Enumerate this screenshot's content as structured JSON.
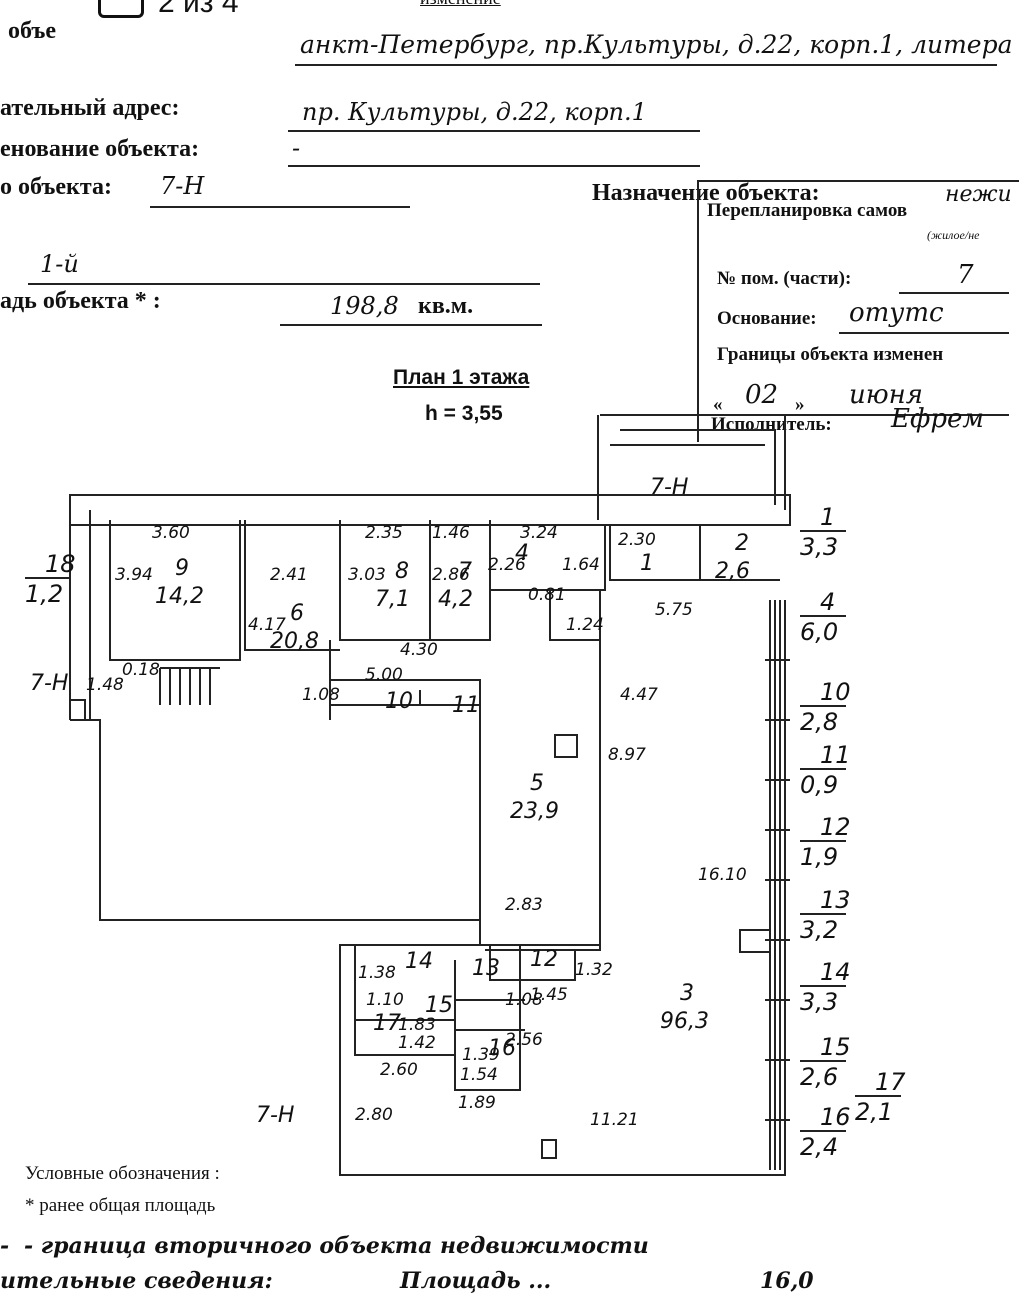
{
  "pager": {
    "text": "2 из 4"
  },
  "header": {
    "top_cut": "изменение",
    "object_label": "объе",
    "object_value": "анкт-Петербург, пр.Культуры, д.22, корп.1, литера",
    "address_label": "ательный адрес:",
    "address_value": "пр. Культуры, д.22, корп.1",
    "name_label": "енование объекта:",
    "name_value": "-",
    "number_label": "о объекта:",
    "number_value": "7-Н",
    "purpose_label": "Назначение объекта:",
    "purpose_value": "нежи",
    "floor_value": "1-й",
    "area_label": "адь объекта * :",
    "area_value": "198,8",
    "area_unit": "кв.м."
  },
  "stamp": {
    "title": "Перепланировка самов",
    "subtitle": "(жилое/не",
    "room_label": "№ пом. (части):",
    "room_value": "7",
    "basis_label": "Основание:",
    "basis_value": "отутс",
    "borders_label": "Границы объекта изменен",
    "date_open": "«",
    "date_day": "02",
    "date_close": "»",
    "date_month": "июня",
    "executor_label": "Исполнитель:",
    "executor_value": "Ефрем"
  },
  "plan": {
    "title": "План 1 этажа",
    "height": "h = 3,55",
    "unit_label": "7-Н",
    "rooms": [
      {
        "num": "9",
        "area": "14,2"
      },
      {
        "num": "6",
        "area": "20,8"
      },
      {
        "num": "8",
        "area": "7,1"
      },
      {
        "num": "7",
        "area": "4,2"
      },
      {
        "num": "4",
        "area": ""
      },
      {
        "num": "1",
        "area": ""
      },
      {
        "num": "2",
        "area": "2,6"
      },
      {
        "num": "10",
        "area": ""
      },
      {
        "num": "11",
        "area": ""
      },
      {
        "num": "5",
        "area": "23,9"
      },
      {
        "num": "3",
        "area": "96,3"
      },
      {
        "num": "14",
        "area": ""
      },
      {
        "num": "13",
        "area": ""
      },
      {
        "num": "12",
        "area": ""
      },
      {
        "num": "15",
        "area": ""
      },
      {
        "num": "17",
        "area": ""
      },
      {
        "num": "16",
        "area": ""
      }
    ],
    "dims": [
      "3.60",
      "3.94",
      "2.41",
      "4.17",
      "2.35",
      "3.03",
      "1.46",
      "2.86",
      "3.24",
      "2.26",
      "0.81",
      "1.64",
      "2.30",
      "1.24",
      "5.75",
      "4.30",
      "5.00",
      "1.08",
      "1.48",
      "0.18",
      "4.47",
      "8.97",
      "16.10",
      "2.83",
      "1.38",
      "1.32",
      "1.45",
      "1.10",
      "1.83",
      "1.42",
      "1.08",
      "1.39",
      "2.56",
      "2.60",
      "1.54",
      "1.89",
      "2.80",
      "11.21"
    ],
    "side_areas": [
      {
        "num": "1",
        "area": "3,3"
      },
      {
        "num": "4",
        "area": "6,0"
      },
      {
        "num": "10",
        "area": "2,8"
      },
      {
        "num": "11",
        "area": "0,9"
      },
      {
        "num": "12",
        "area": "1,9"
      },
      {
        "num": "13",
        "area": "3,2"
      },
      {
        "num": "14",
        "area": "3,3"
      },
      {
        "num": "15",
        "area": "2,6"
      },
      {
        "num": "16",
        "area": "2,4"
      },
      {
        "num": "17",
        "area": "2,1"
      },
      {
        "num": "18",
        "area": "1,2"
      }
    ]
  },
  "legend": {
    "title": "Условные обозначения :",
    "asterisk_note": "* ранее общая площадь",
    "boundary_note": "- граница вторичного объекта недвижимости",
    "bottom_cut_left": "ительные сведения:",
    "bottom_cut_right": "Площадь ...",
    "bottom_cut_num": "16,0"
  }
}
